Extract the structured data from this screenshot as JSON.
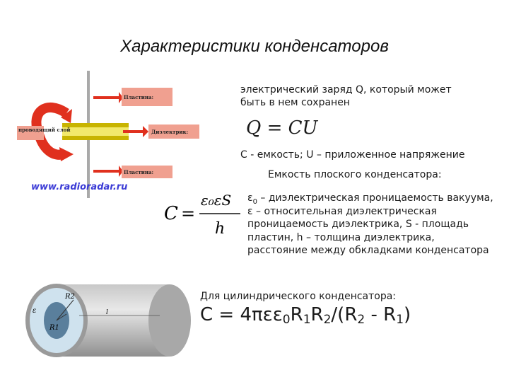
{
  "title": "Характеристики конденсаторов",
  "charge_text": "электрический заряд Q, который может быть в нем сохранен",
  "formula_q": "Q = CU",
  "capacity_text": "C - емкость; U – приложенное напряжение",
  "plate_caption": "Емкость плоского конденсатора:",
  "formula_c": {
    "symbol": "C",
    "numerator": "ε₀εS",
    "denominator": "h"
  },
  "desc": {
    "eps0": "ε",
    "eps0_sub": "0",
    "rest": " – диэлектрическая проницаемость вакуума, ε – относительная диэлектрическая проницаемость диэлектрика, S - площадь пластин, h – толщина диэлектрика, расстояние между обкладками конденсатора"
  },
  "cyl_caption": "Для цилиндрического конденсатора:",
  "cyl_formula": {
    "p1": "C = 4πεε",
    "s1": "0",
    "p2": "R",
    "s2": "1",
    "p3": "R",
    "s3": "2",
    "p4": "/(R",
    "s4": "2",
    "p5": " - R",
    "s5": "1",
    "p6": ")"
  },
  "diagram": {
    "label_plate_top": "Пластина:",
    "label_dielectric": "Диэлектрик:",
    "label_plate_bottom": "Пластина:",
    "label_layer": "проводящий слой",
    "watermark": "www.radioradar.ru",
    "colors": {
      "arrow": "#e0301e",
      "plate": "#c8b400",
      "dielectric": "#f2e96b",
      "label_bg": "#f0a090"
    }
  },
  "cylinder": {
    "label_eps": "ε",
    "label_r1": "R1",
    "label_r2": "R2",
    "label_l": "l"
  }
}
